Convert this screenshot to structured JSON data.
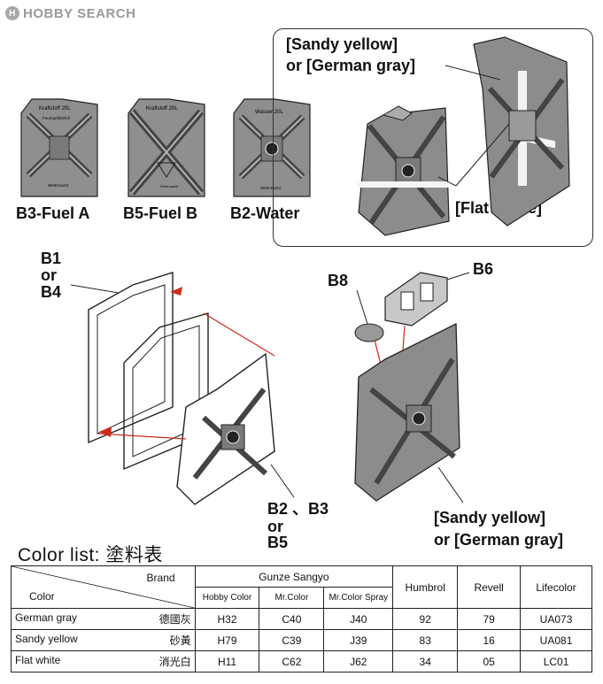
{
  "logo": {
    "text": "HOBBY SEARCH",
    "icon": "hobby-search-logo-icon"
  },
  "cans": {
    "b3": {
      "label": "B3-Fuel A",
      "t1": "Kraftstoff 20L",
      "t2": "Feuergefährlich",
      "t3": "Wehrmacht"
    },
    "b5": {
      "label": "B5-Fuel B",
      "t1": "Kraftstoff 20L",
      "t2": "Wehrmacht"
    },
    "b2": {
      "label": "B2-Water",
      "t1": "Wasser 20L",
      "t2": "Wehrmacht"
    }
  },
  "callouts": {
    "top_color": "[Sandy yellow]\nor [German gray]",
    "flat_white": "[Flat White]",
    "b1": "B1",
    "or1": "or",
    "b4": "B4",
    "b8": "B8",
    "b6": "B6",
    "b2b3": "B2 、B3",
    "or2": "or",
    "b5": "B5",
    "bottom_color": "[Sandy yellow]\nor [German gray]"
  },
  "color_list": {
    "caption": "Color list:  塗料表",
    "brand_header": "Brand",
    "color_header": "Color",
    "gunze": "Gunze Sangyo",
    "sub": [
      "Hobby Color",
      "Mr.Color",
      "Mr.Color Spray"
    ],
    "humbrol": "Humbrol",
    "revell": "Revell",
    "lifecolor": "Lifecolor",
    "rows": [
      {
        "name": "German gray",
        "jp": "德國灰",
        "hobby": "H32",
        "mr": "C40",
        "spray": "J40",
        "humbrol": "92",
        "revell": "79",
        "life": "UA073"
      },
      {
        "name": "Sandy yellow",
        "jp": "砂黃",
        "hobby": "H79",
        "mr": "C39",
        "spray": "J39",
        "humbrol": "83",
        "revell": "16",
        "life": "UA081"
      },
      {
        "name": "Flat white",
        "jp": "消光白",
        "hobby": "H11",
        "mr": "C62",
        "spray": "J62",
        "humbrol": "34",
        "revell": "05",
        "life": "LC01"
      }
    ]
  },
  "colors": {
    "can_gray": "#8a8a8a",
    "arrow_red": "#d02a1a"
  }
}
